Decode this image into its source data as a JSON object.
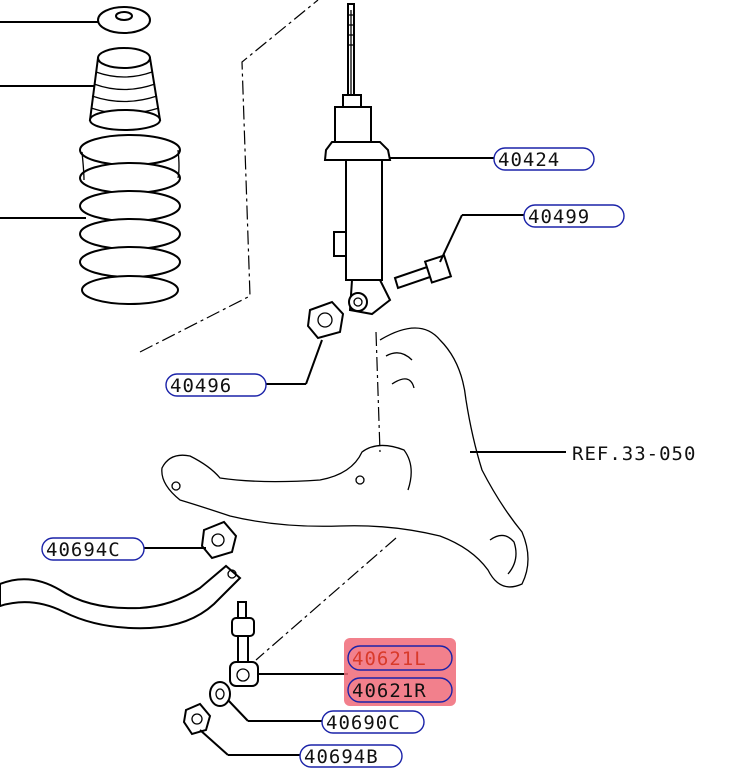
{
  "diagram": {
    "labels": {
      "strut": "40424",
      "bolt": "40499",
      "nut_upper": "40496",
      "ref": "REF.33-050",
      "bushing_nut": "40694C",
      "link_left": "40621L",
      "link_right": "40621R",
      "washer": "40690C",
      "lower_nut": "40694B"
    },
    "highlight_color": "#f06a78",
    "pill_color": "#1a22a8"
  }
}
